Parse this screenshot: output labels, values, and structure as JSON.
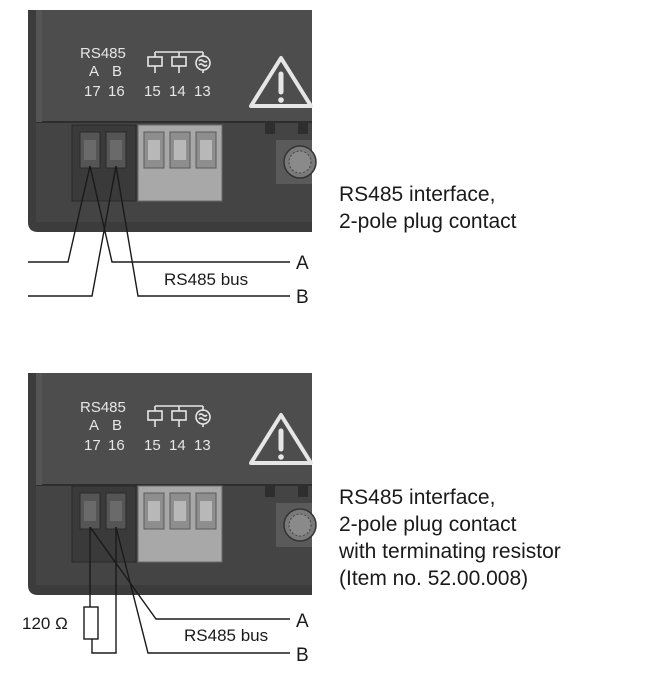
{
  "panels": [
    {
      "terminal_labels": {
        "interface": "RS485",
        "pole_a": "A",
        "pole_b": "B",
        "t17": "17",
        "t16": "16",
        "t15": "15",
        "t14": "14",
        "t13": "13"
      },
      "wire_labels": {
        "a": "A",
        "b": "B"
      },
      "bus_label": "RS485 bus",
      "caption": [
        "RS485 interface,",
        "2-pole plug contact"
      ]
    },
    {
      "terminal_labels": {
        "interface": "RS485",
        "pole_a": "A",
        "pole_b": "B",
        "t17": "17",
        "t16": "16",
        "t15": "15",
        "t14": "14",
        "t13": "13"
      },
      "wire_labels": {
        "a": "A",
        "b": "B"
      },
      "bus_label": "RS485 bus",
      "resistor_label": "120 Ω",
      "caption": [
        "RS485 interface,",
        "2-pole plug contact",
        "with terminating resistor",
        "(Item no. 52.00.008)"
      ]
    }
  ],
  "colors": {
    "housing": "#4a4a4a",
    "housing_dark": "#3a3a3a",
    "plug": "#a8a8a8",
    "label_text": "#e6e6e6",
    "line": "#1a1a1a"
  },
  "icons": [
    "warning-triangle-icon",
    "relay-contact-icon",
    "trimmer-knob-icon",
    "resistor-symbol-icon"
  ]
}
